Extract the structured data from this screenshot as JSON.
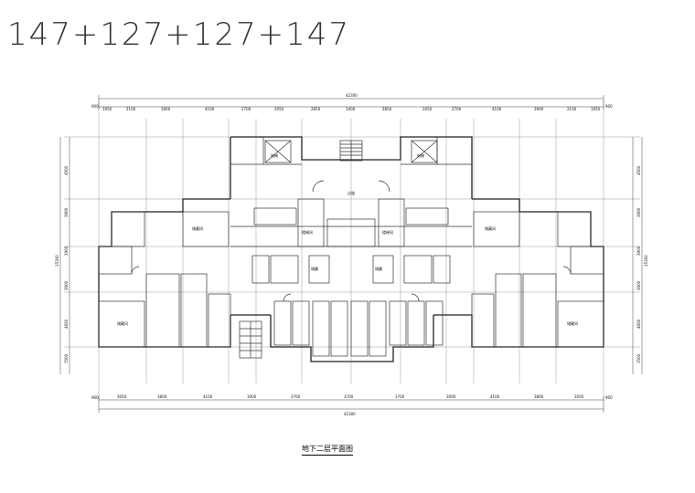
{
  "title": "147+127+127+147",
  "plan": {
    "caption": "地下二层平面图",
    "top_dims_overall": "42300",
    "bottom_dims_overall": "42300",
    "top_dims": [
      "1950",
      "2100",
      "3900",
      "4100",
      "2700",
      "2050",
      "2850",
      "3400",
      "2850",
      "2050",
      "2700",
      "4100",
      "3900",
      "2100",
      "1950"
    ],
    "bottom_dims": [
      "3050",
      "3800",
      "4100",
      "3000",
      "3700",
      "3700",
      "3700",
      "3000",
      "4100",
      "3800",
      "3050"
    ],
    "left_dims": [
      "4500",
      "3900",
      "3900",
      "3900",
      "4600",
      "1500"
    ],
    "left_overall": "15300",
    "right_dims": [
      "4500",
      "3900",
      "3900",
      "3900",
      "4600",
      "1500"
    ],
    "right_overall": "15300",
    "corner_labels": [
      "900",
      "900"
    ],
    "rooms": {
      "corridor": "过道",
      "stair": "楼梯间",
      "elevator": "电梯",
      "storage": "储藏",
      "room": "储藏间"
    }
  },
  "colors": {
    "line": "#222222",
    "grid": "#9a9a9a",
    "text": "#111111"
  }
}
